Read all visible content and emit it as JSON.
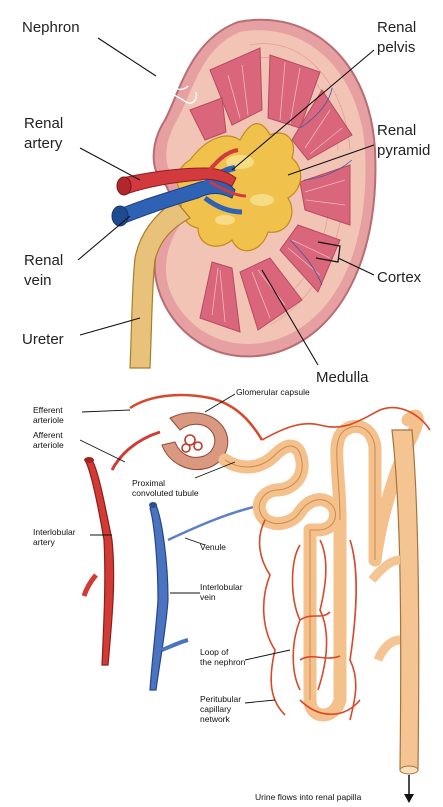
{
  "kidney": {
    "labels": {
      "nephron": "Nephron",
      "renal_pelvis_1": "Renal",
      "renal_pelvis_2": "pelvis",
      "renal_artery_1": "Renal",
      "renal_artery_2": "artery",
      "renal_pyramid_1": "Renal",
      "renal_pyramid_2": "pyramid",
      "renal_vein_1": "Renal",
      "renal_vein_2": "vein",
      "cortex": "Cortex",
      "ureter": "Ureter",
      "medulla": "Medulla"
    }
  },
  "nephron": {
    "labels": {
      "glomerular_capsule": "Glomerular capsule",
      "efferent_1": "Efferent",
      "efferent_2": "arteriole",
      "afferent_1": "Afferent",
      "afferent_2": "arteriole",
      "proximal_1": "Proximal",
      "proximal_2": "convoluted tubule",
      "interlobular_artery_1": "Interlobular",
      "interlobular_artery_2": "artery",
      "venule": "Venule",
      "interlobular_vein_1": "Interlobular",
      "interlobular_vein_2": "vein",
      "loop_1": "Loop of",
      "loop_2": "the nephron",
      "peritubular_1": "Peritubular",
      "peritubular_2": "capillary",
      "peritubular_3": "network",
      "urine": "Urine flows into renal papilla"
    }
  },
  "colors": {
    "kidney_outer": "#e8a2a6",
    "cortex": "#f1c3b7",
    "pyramid": "#d9606f",
    "pelvis": "#f2c24a",
    "artery": "#d2353a",
    "vein": "#2e5fb0",
    "ureter": "#e7c079",
    "tubule": "#f6c792",
    "capillary": "#d8482a"
  }
}
